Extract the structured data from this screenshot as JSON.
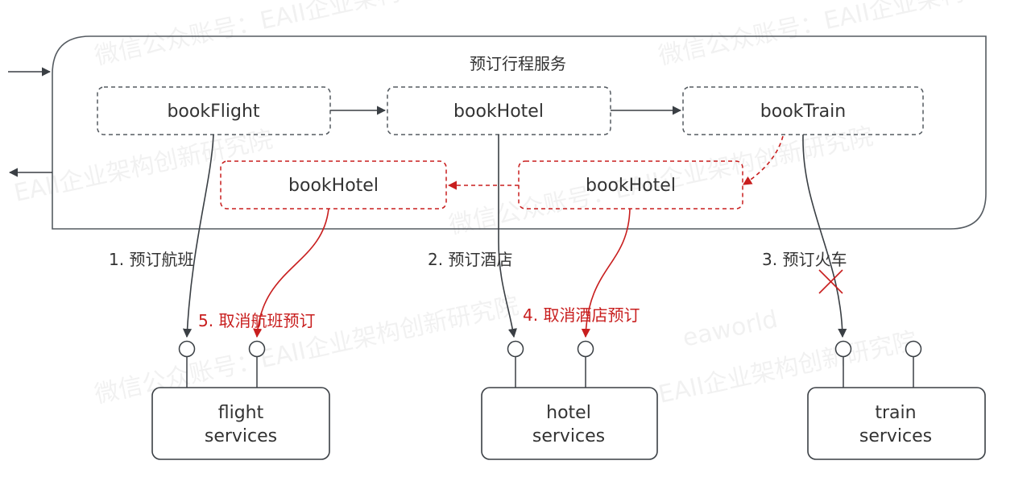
{
  "colors": {
    "line": "#3a3f44",
    "normal_border": "#555b61",
    "compensate": "#c81e1e",
    "text": "#333333"
  },
  "watermarks": [
    "微信公众账号：EAII企业架构创新研究院",
    "EAII企业架构创新研究院",
    "eaworld"
  ],
  "orchestrator": {
    "title": "预订行程服务"
  },
  "nodes": {
    "book_flight": "bookFlight",
    "book_hotel": "bookHotel",
    "book_train": "bookTrain",
    "cancel_hotel_node": "bookHotel",
    "cancel_flight_node": "bookHotel"
  },
  "steps": {
    "step1": "1. 预订航班",
    "step2": "2. 预订酒店",
    "step3": "3. 预订火车",
    "step4": "4. 取消酒店预订",
    "step5": "5. 取消航班预订"
  },
  "services": {
    "flight": {
      "line1": "flight",
      "line2": "services"
    },
    "hotel": {
      "line1": "hotel",
      "line2": "services"
    },
    "train": {
      "line1": "train",
      "line2": "services"
    }
  },
  "failure_marker": "cross-icon"
}
